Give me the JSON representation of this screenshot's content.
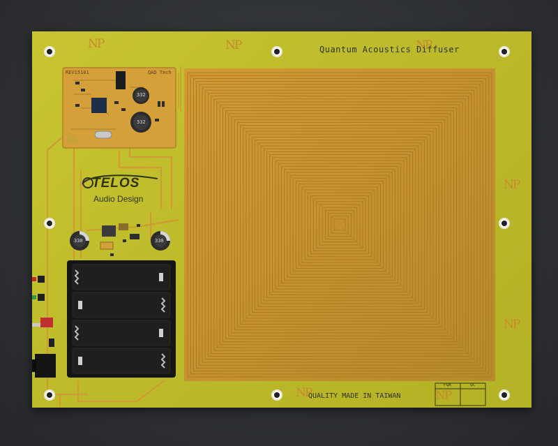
{
  "board": {
    "title": "Quantum Acoustics Diffuser",
    "footer": "QUALITY MADE IN TAIWAN",
    "np_mark": "NP",
    "logo_name": "TELOS",
    "logo_subtitle": "Audio Design",
    "module_label_left": "REV15101",
    "module_label_right": "QAD Tech",
    "inductor_marking": "332",
    "cap_marking": "330",
    "qc_box_labels": [
      "FQA",
      "QC"
    ]
  },
  "colors": {
    "board_green": "#c4c12c",
    "copper": "#c9952f",
    "battery_holder": "#161616"
  }
}
